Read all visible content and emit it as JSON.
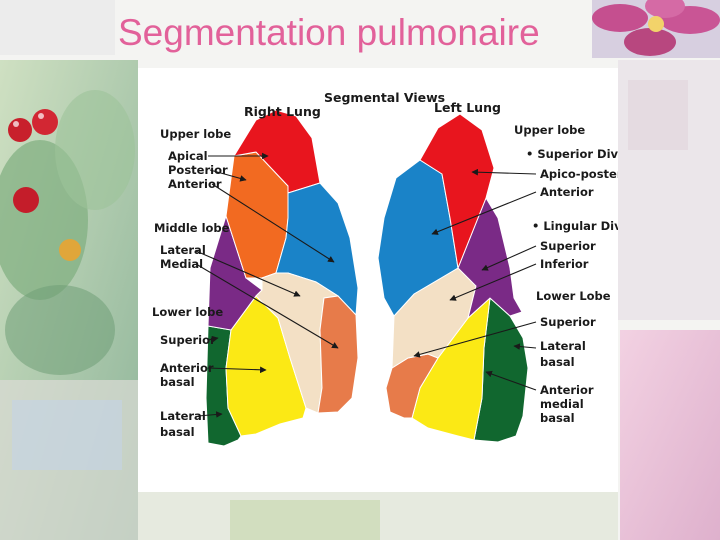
{
  "slide": {
    "title": "Segmentation pulmonaire"
  },
  "colors": {
    "title": "#e2619a",
    "upper_red": "#e8151e",
    "orange": "#f26a21",
    "blue": "#1a83c8",
    "purple": "#7a2a86",
    "tan": "#f3e0c5",
    "salmon": "#e77b4a",
    "yellow": "#fbe915",
    "green": "#11672f"
  },
  "diagram": {
    "heading": "Segmental Views",
    "right_lung": {
      "title": "Right Lung",
      "labels": {
        "upper_lobe": "Upper lobe",
        "apical": "Apical",
        "posterior": "Posterior",
        "anterior": "Anterior",
        "middle_lobe": "Middle lobe",
        "lateral": "Lateral",
        "medial": "Medial",
        "lower_lobe": "Lower lobe",
        "superior": "Superior",
        "anterior_basal_1": "Anterior",
        "anterior_basal_2": "basal",
        "lateral_basal_1": "Lateral",
        "lateral_basal_2": "basal"
      }
    },
    "left_lung": {
      "title": "Left Lung",
      "labels": {
        "upper_lobe": "Upper lobe",
        "superior_division": "• Superior Division",
        "apico_posterior": "Apico-posterior",
        "anterior": "Anterior",
        "lingular_division": "• Lingular Division",
        "superior": "Superior",
        "inferior": "Inferior",
        "lower_lobe": "Lower Lobe",
        "lower_superior": "Superior",
        "lateral_basal_1": "Lateral",
        "lateral_basal_2": "basal",
        "anterior_medial_basal_1": "Anterior",
        "anterior_medial_basal_2": "medial",
        "anterior_medial_basal_3": "basal"
      }
    }
  }
}
